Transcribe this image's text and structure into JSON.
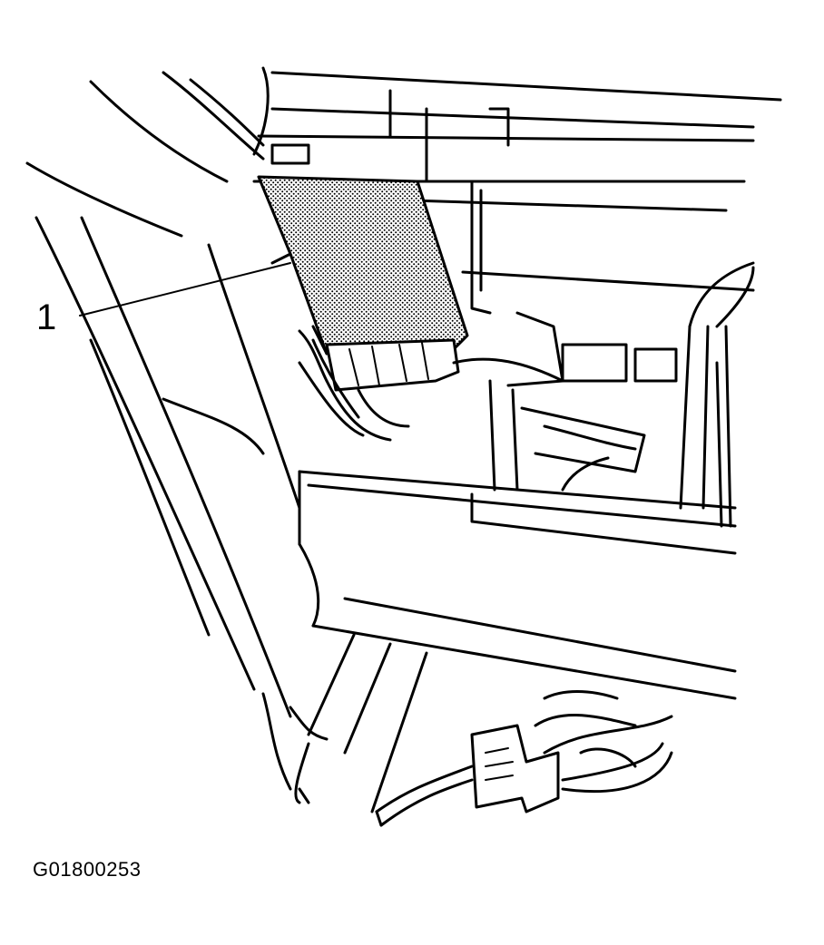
{
  "diagram": {
    "callouts": [
      {
        "label": "1",
        "target": "electronic-module"
      }
    ],
    "figure_code": "G01800253"
  }
}
